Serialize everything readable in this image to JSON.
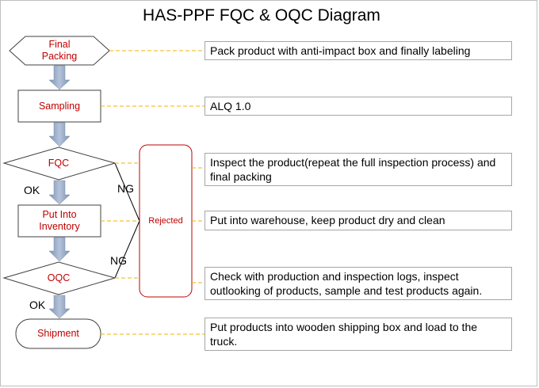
{
  "title": "HAS-PPF FQC & OQC Diagram",
  "nodes": {
    "final_packing": "Final\nPacking",
    "sampling": "Sampling",
    "fqc": "FQC",
    "put_into_inventory": "Put Into\nInventory",
    "oqc": "OQC",
    "shipment": "Shipment",
    "rejected": "Rejected"
  },
  "edge_labels": {
    "fqc_ok": "OK",
    "fqc_ng": "NG",
    "oqc_ng": "NG",
    "oqc_ok": "OK"
  },
  "descriptions": {
    "final_packing": "Pack product with anti-impact box and finally labeling",
    "sampling": "ALQ 1.0",
    "fqc": "Inspect the product(repeat the full inspection process) and final packing",
    "put_into_inventory": "Put into warehouse, keep product dry and clean",
    "oqc": "Check with production and inspection logs, inspect outlooking of products, sample and test products again.",
    "shipment": "Put products into wooden shipping box and load to the truck."
  },
  "colors": {
    "node_text": "#c00000",
    "shape_border": "#404040",
    "arrow_fill": "#95a8c4",
    "dashed_line": "#f0b400",
    "rejected_border": "#c00000"
  }
}
